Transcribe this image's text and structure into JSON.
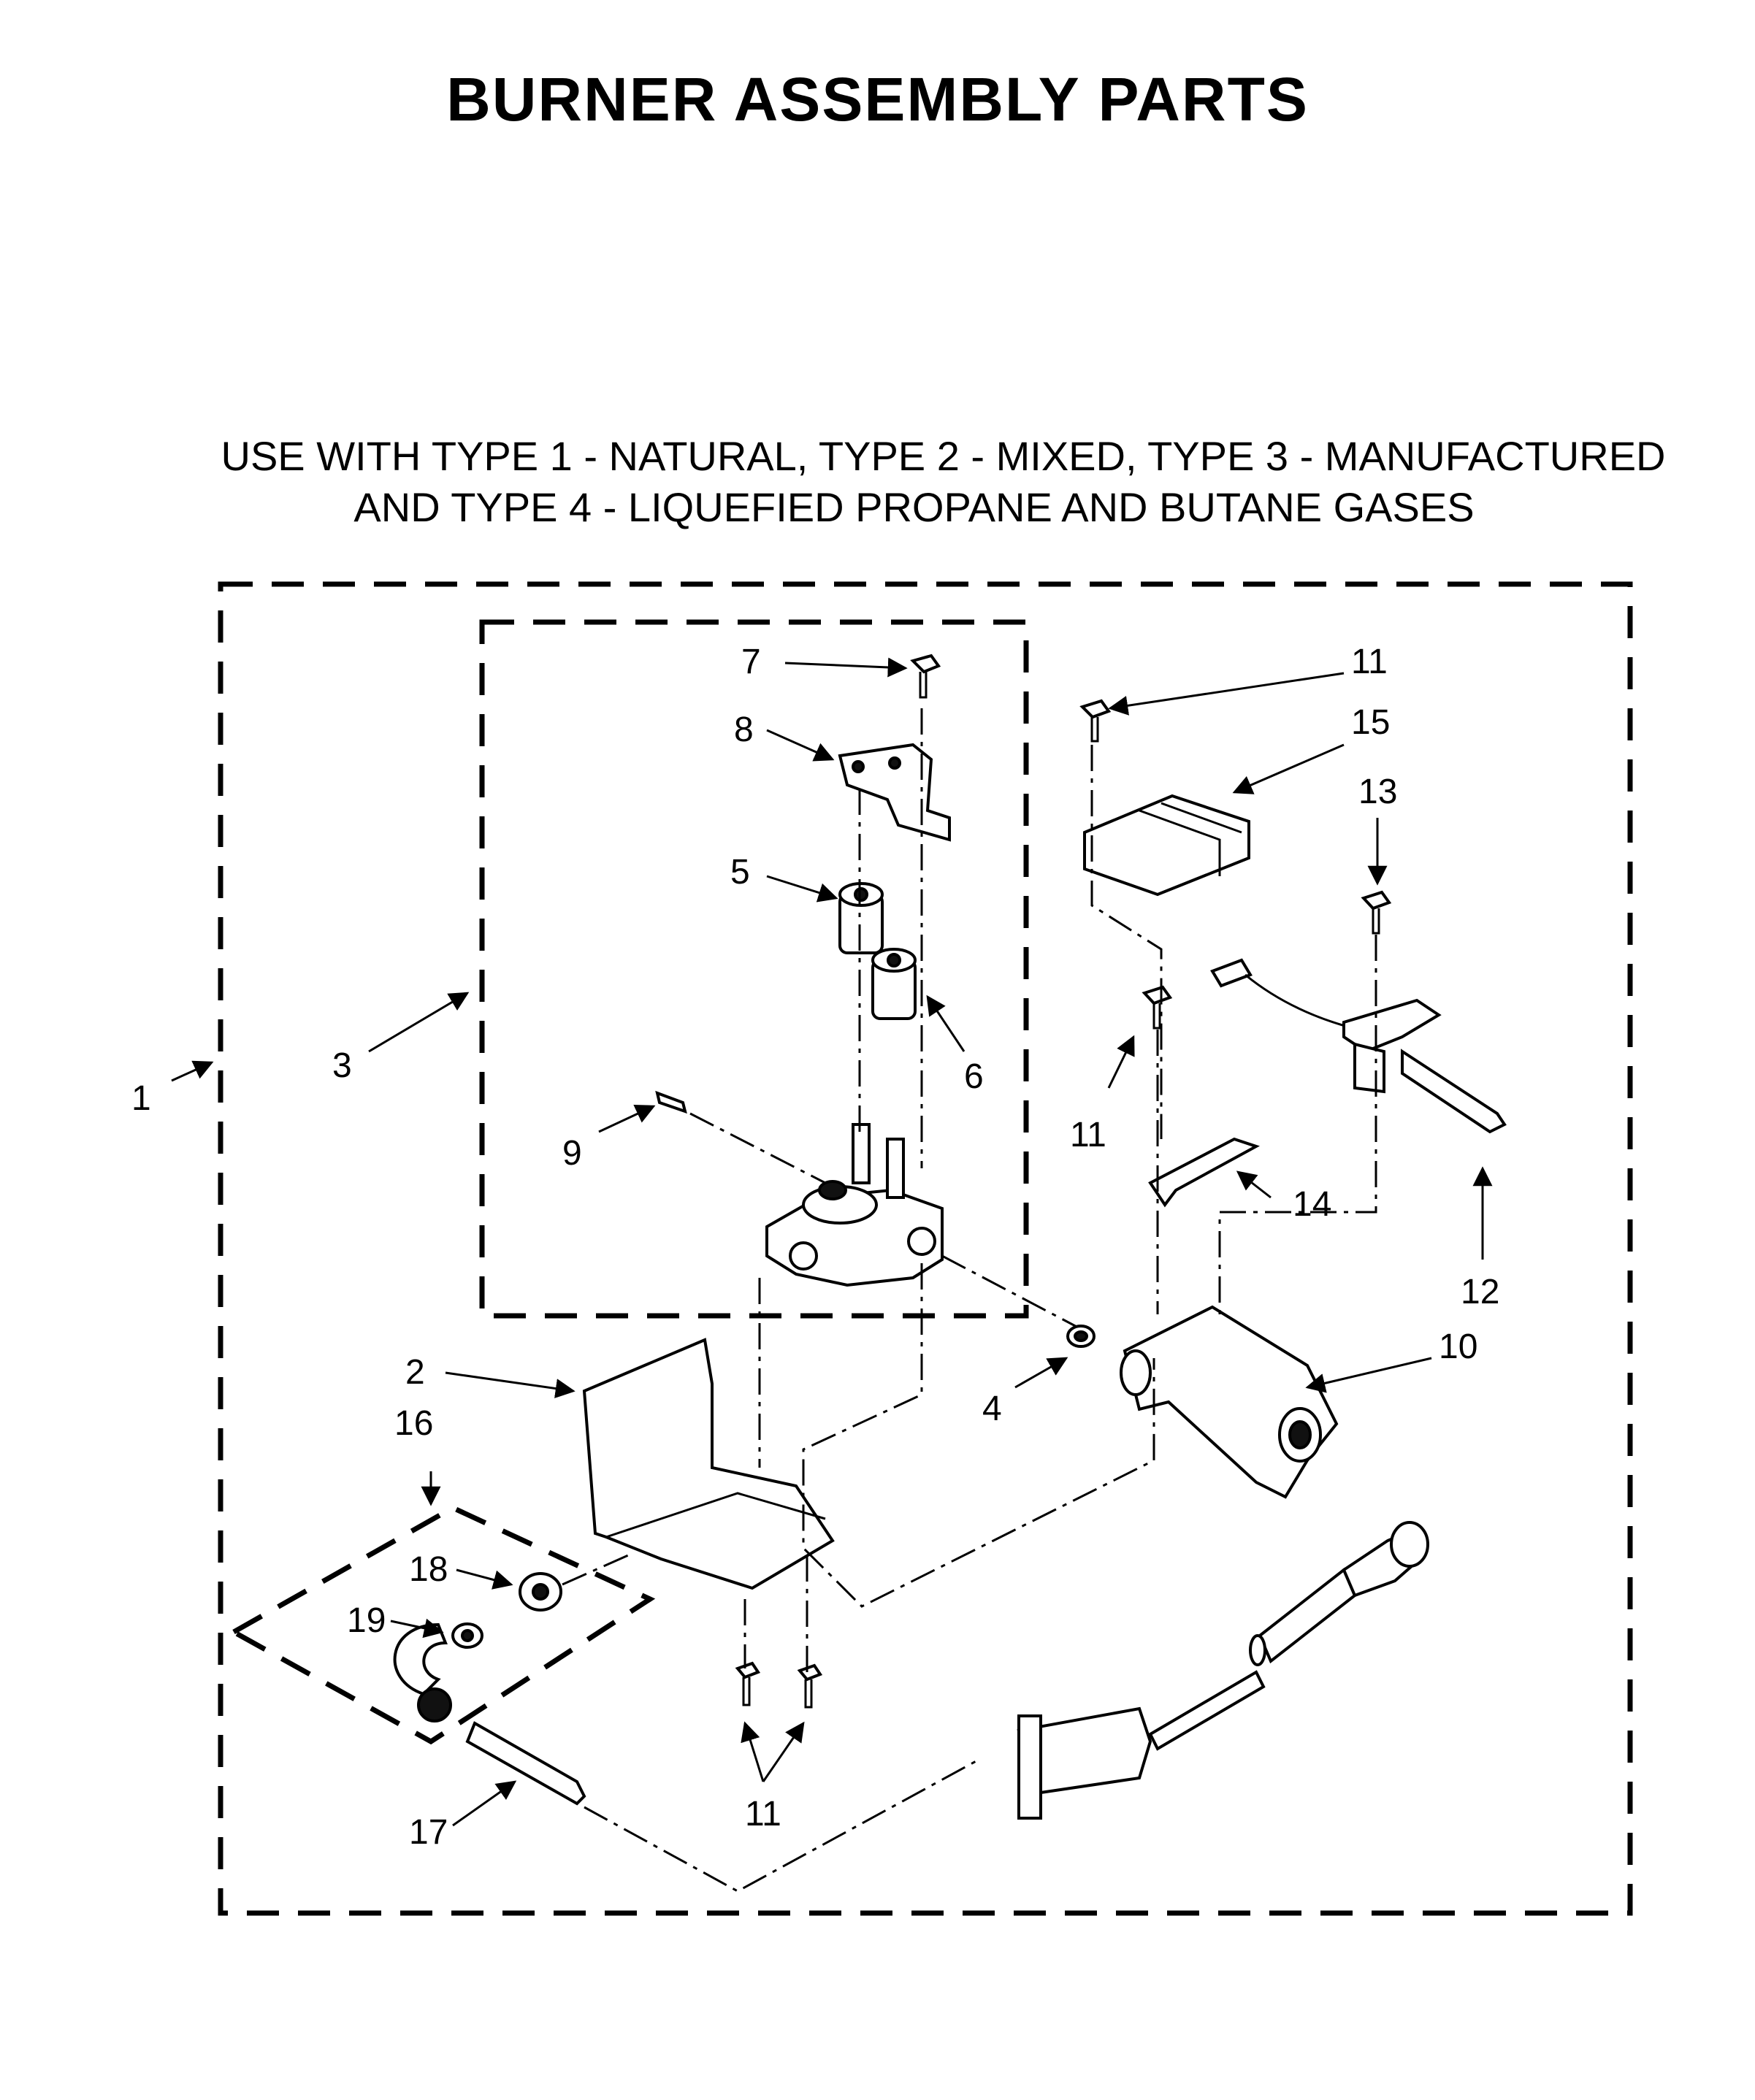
{
  "title": "BURNER ASSEMBLY PARTS",
  "subtitle_line1": "USE WITH TYPE 1 - NATURAL, TYPE 2 - MIXED, TYPE 3 - MANUFACTURED",
  "subtitle_line2": "AND TYPE 4 - LIQUEFIED PROPANE AND BUTANE GASES",
  "callouts": {
    "c1": "1",
    "c2": "2",
    "c3": "3",
    "c4": "4",
    "c5": "5",
    "c6": "6",
    "c7": "7",
    "c8": "8",
    "c9": "9",
    "c10": "10",
    "c11a": "11",
    "c11b": "11",
    "c11c": "11",
    "c12": "12",
    "c13": "13",
    "c14": "14",
    "c15": "15",
    "c16": "16",
    "c17": "17",
    "c18": "18",
    "c19": "19"
  }
}
